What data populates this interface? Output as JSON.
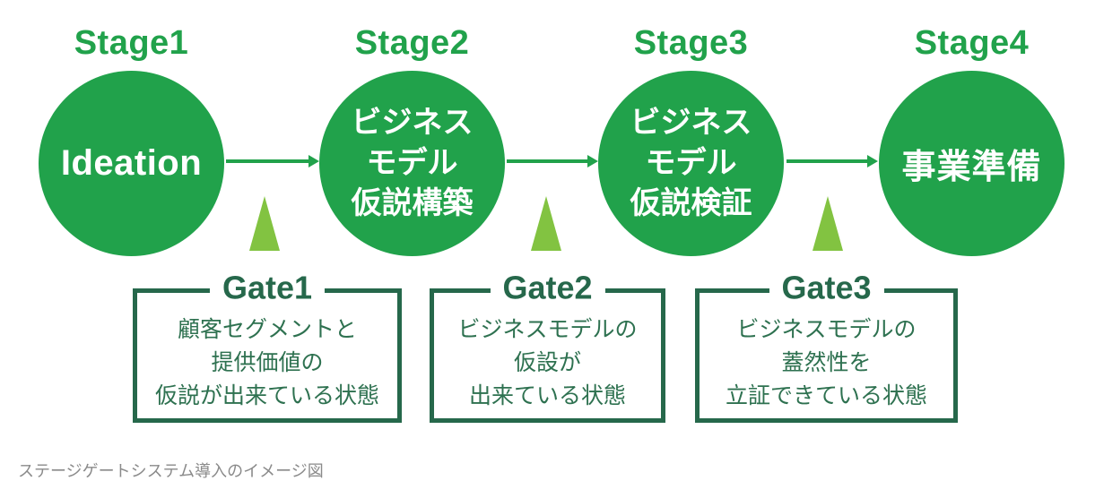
{
  "stages": [
    {
      "label": "Stage1",
      "lines": [
        "Ideation"
      ]
    },
    {
      "label": "Stage2",
      "lines": [
        "ビジネス",
        "モデル",
        "仮説構築"
      ]
    },
    {
      "label": "Stage3",
      "lines": [
        "ビジネス",
        "モデル",
        "仮説検証"
      ]
    },
    {
      "label": "Stage4",
      "lines": [
        "事業準備"
      ]
    }
  ],
  "gates": [
    {
      "title": "Gate1",
      "lines": [
        "顧客セグメントと",
        "提供価値の",
        "仮説が出来ている状態"
      ]
    },
    {
      "title": "Gate2",
      "lines": [
        "ビジネスモデルの",
        "仮設が",
        "出来ている状態"
      ]
    },
    {
      "title": "Gate3",
      "lines": [
        "ビジネスモデルの",
        "蓋然性を",
        "立証できている状態"
      ]
    }
  ],
  "caption": "ステージゲートシステム導入のイメージ図",
  "colors": {
    "stage_green": "#21a24b",
    "gate_green": "#26684b",
    "gate_text": "#2e7150",
    "triangle_green": "#82c341",
    "caption_gray": "#8a8a8a",
    "background": "#ffffff"
  }
}
